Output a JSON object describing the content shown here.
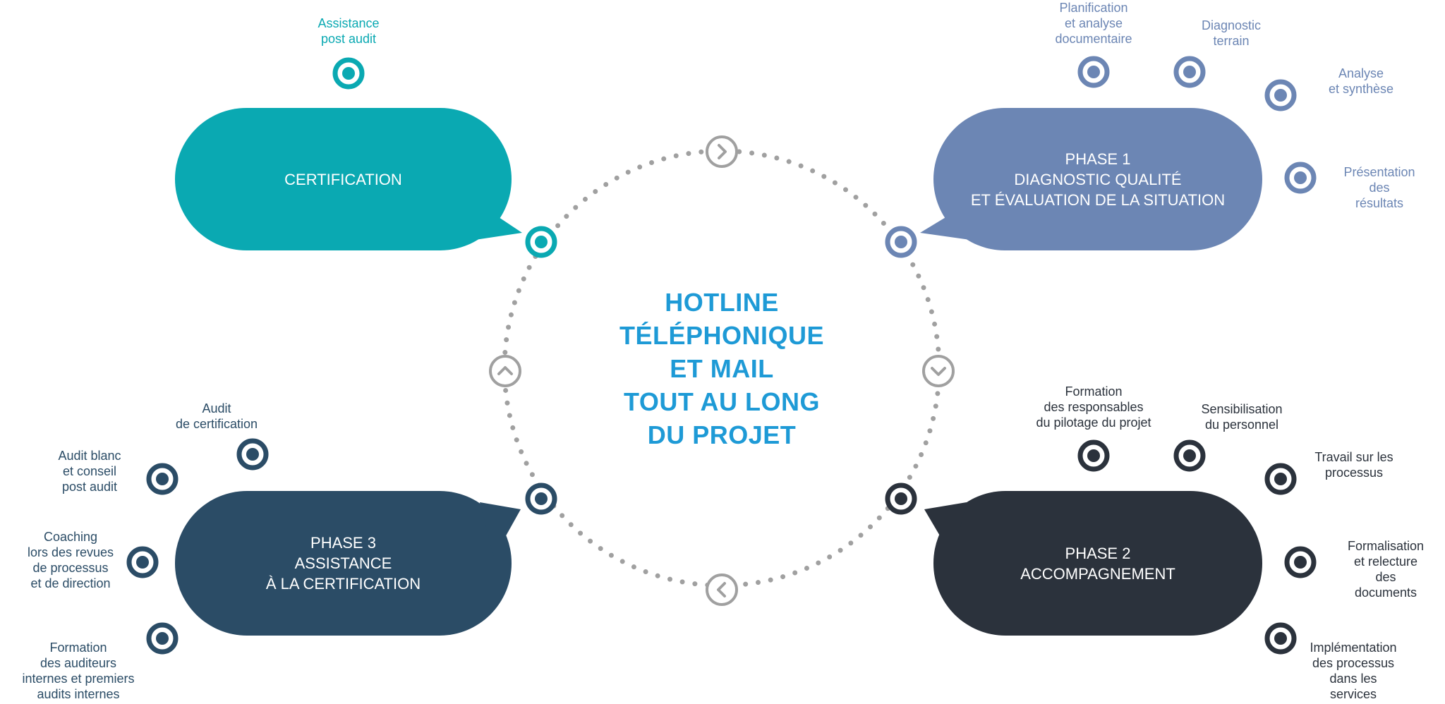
{
  "center_text": "HOTLINE\nTÉLÉPHONIQUE\nET MAIL\nTOUT AU LONG\nDU PROJET",
  "colors": {
    "certification": "#0aa9b2",
    "phase1": "#6c86b4",
    "phase2": "#2b323c",
    "phase3": "#2b4c66",
    "center": "#1e9ad6",
    "dots": "#a0a0a0"
  },
  "cycle_arrows": [
    "chevron-right-icon",
    "chevron-down-icon",
    "chevron-left-icon",
    "chevron-up-icon"
  ],
  "certification": {
    "title": "CERTIFICATION",
    "steps": [
      "Assistance\npost audit"
    ]
  },
  "phase1": {
    "title": "PHASE 1\nDIAGNOSTIC QUALITÉ\nET ÉVALUATION DE LA SITUATION",
    "steps": [
      "Planification\net analyse\ndocumentaire",
      "Diagnostic\nterrain",
      "Analyse\net synthèse",
      "Présentation\ndes résultats"
    ]
  },
  "phase2": {
    "title": "PHASE 2\nACCOMPAGNEMENT",
    "steps": [
      "Formation\ndes responsables\ndu pilotage du projet",
      "Sensibilisation\ndu personnel",
      "Travail sur les\nprocessus",
      "Formalisation\net relecture\ndes documents",
      "Implémentation\ndes processus\ndans les services"
    ]
  },
  "phase3": {
    "title": "PHASE 3\nASSISTANCE\nÀ LA CERTIFICATION",
    "steps": [
      "Audit\nde certification",
      "Audit blanc\net conseil\npost audit",
      "Coaching\nlors des revues\nde processus\net de direction",
      "Formation\ndes auditeurs\ninternes et premiers\naudits internes"
    ]
  }
}
